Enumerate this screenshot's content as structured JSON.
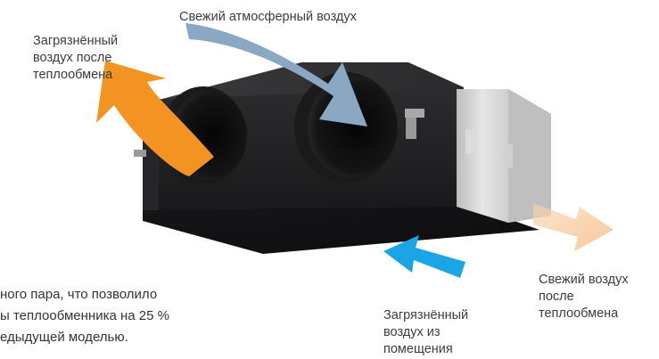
{
  "labels": {
    "fresh_outdoor_air": "Свежий атмосферный воздух",
    "exhaust_after_exchange": "Загрязнённый\nвоздух после\nтеплообмена",
    "fresh_after_exchange": "Свежий воздух\nпосле\nтеплообмена",
    "room_exhaust_air": "Загрязнённый\nвоздух из\nпомещения"
  },
  "body_text": {
    "line1": "ного пара, что позволило",
    "line2": "ы теплообменника на 25 %",
    "line3": "едыдущей моделью."
  },
  "colors": {
    "exhaust_after_exchange_arrow": "#f39321",
    "fresh_outdoor_arrow": "#8aa7c4",
    "fresh_after_exchange_arrow": "#f8cda3",
    "room_exhaust_arrow": "#1ba5e6",
    "unit_body": "#2f2f31",
    "unit_face": "#1f1f21"
  }
}
